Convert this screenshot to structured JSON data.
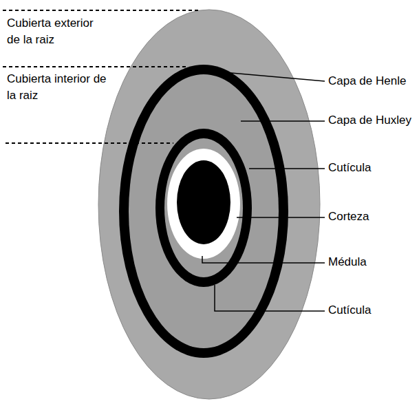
{
  "diagram": {
    "labels": [
      "Cubierta exterior de la raiz",
      "Cubierta interior de la raiz",
      "Capa de Henle",
      "Capa de Huxley",
      "Cutícula",
      "Corteza",
      "Médula",
      "Cutícula"
    ]
  }
}
